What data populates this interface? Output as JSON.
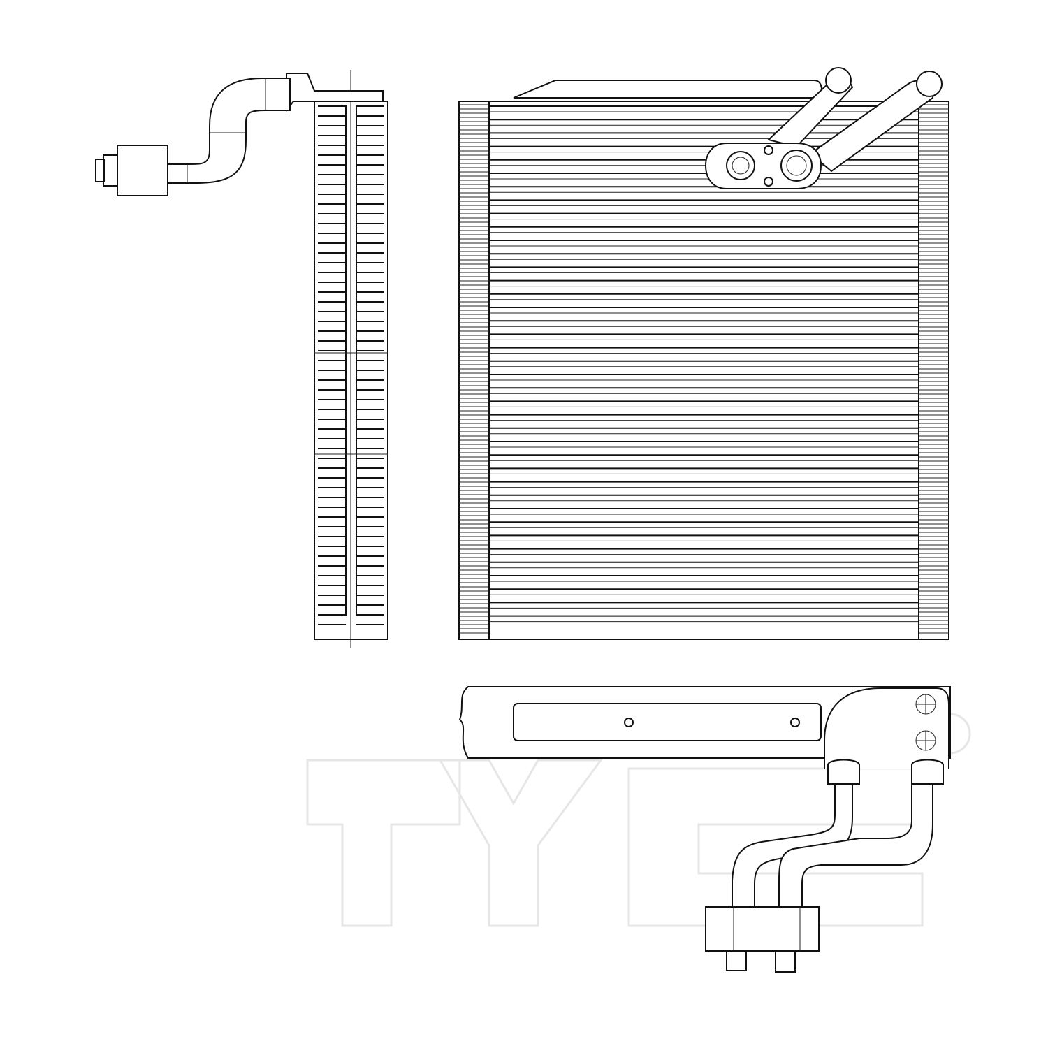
{
  "drawing": {
    "subject": "evaporator-line-drawing",
    "views": [
      "side-view",
      "front-view",
      "bottom-view"
    ],
    "stroke_color": "#111111",
    "background_color": "#ffffff"
  },
  "watermark": {
    "text": "TYC",
    "registered_mark": "R",
    "color": "#e6e6e6"
  }
}
